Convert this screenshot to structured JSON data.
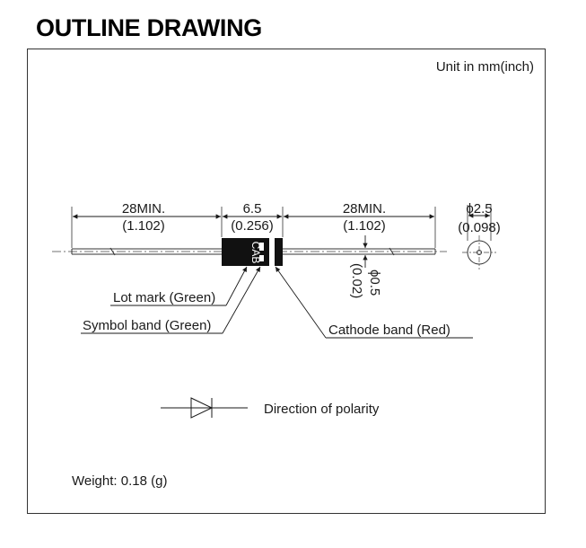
{
  "header": {
    "title": "OUTLINE DRAWING"
  },
  "drawing": {
    "unit_note": "Unit in mm(inch)",
    "left_lead": {
      "mm": "28MIN.",
      "inch": "(1.102)"
    },
    "body_length": {
      "mm": "6.5",
      "inch": "(0.256)"
    },
    "right_lead": {
      "mm": "28MIN.",
      "inch": "(1.102)"
    },
    "body_diameter": {
      "mm": "ϕ2.5",
      "inch": "(0.098)"
    },
    "lead_diameter": {
      "mm": "ϕ0.5",
      "inch": "(0.02)"
    },
    "lot_mark_text": "CAB",
    "callouts": {
      "lot_mark": "Lot mark (Green)",
      "symbol_band": "Symbol band (Green)",
      "cathode_band": "Cathode band (Red)"
    },
    "polarity_label": "Direction of polarity",
    "weight": "Weight: 0.18 (g)"
  }
}
